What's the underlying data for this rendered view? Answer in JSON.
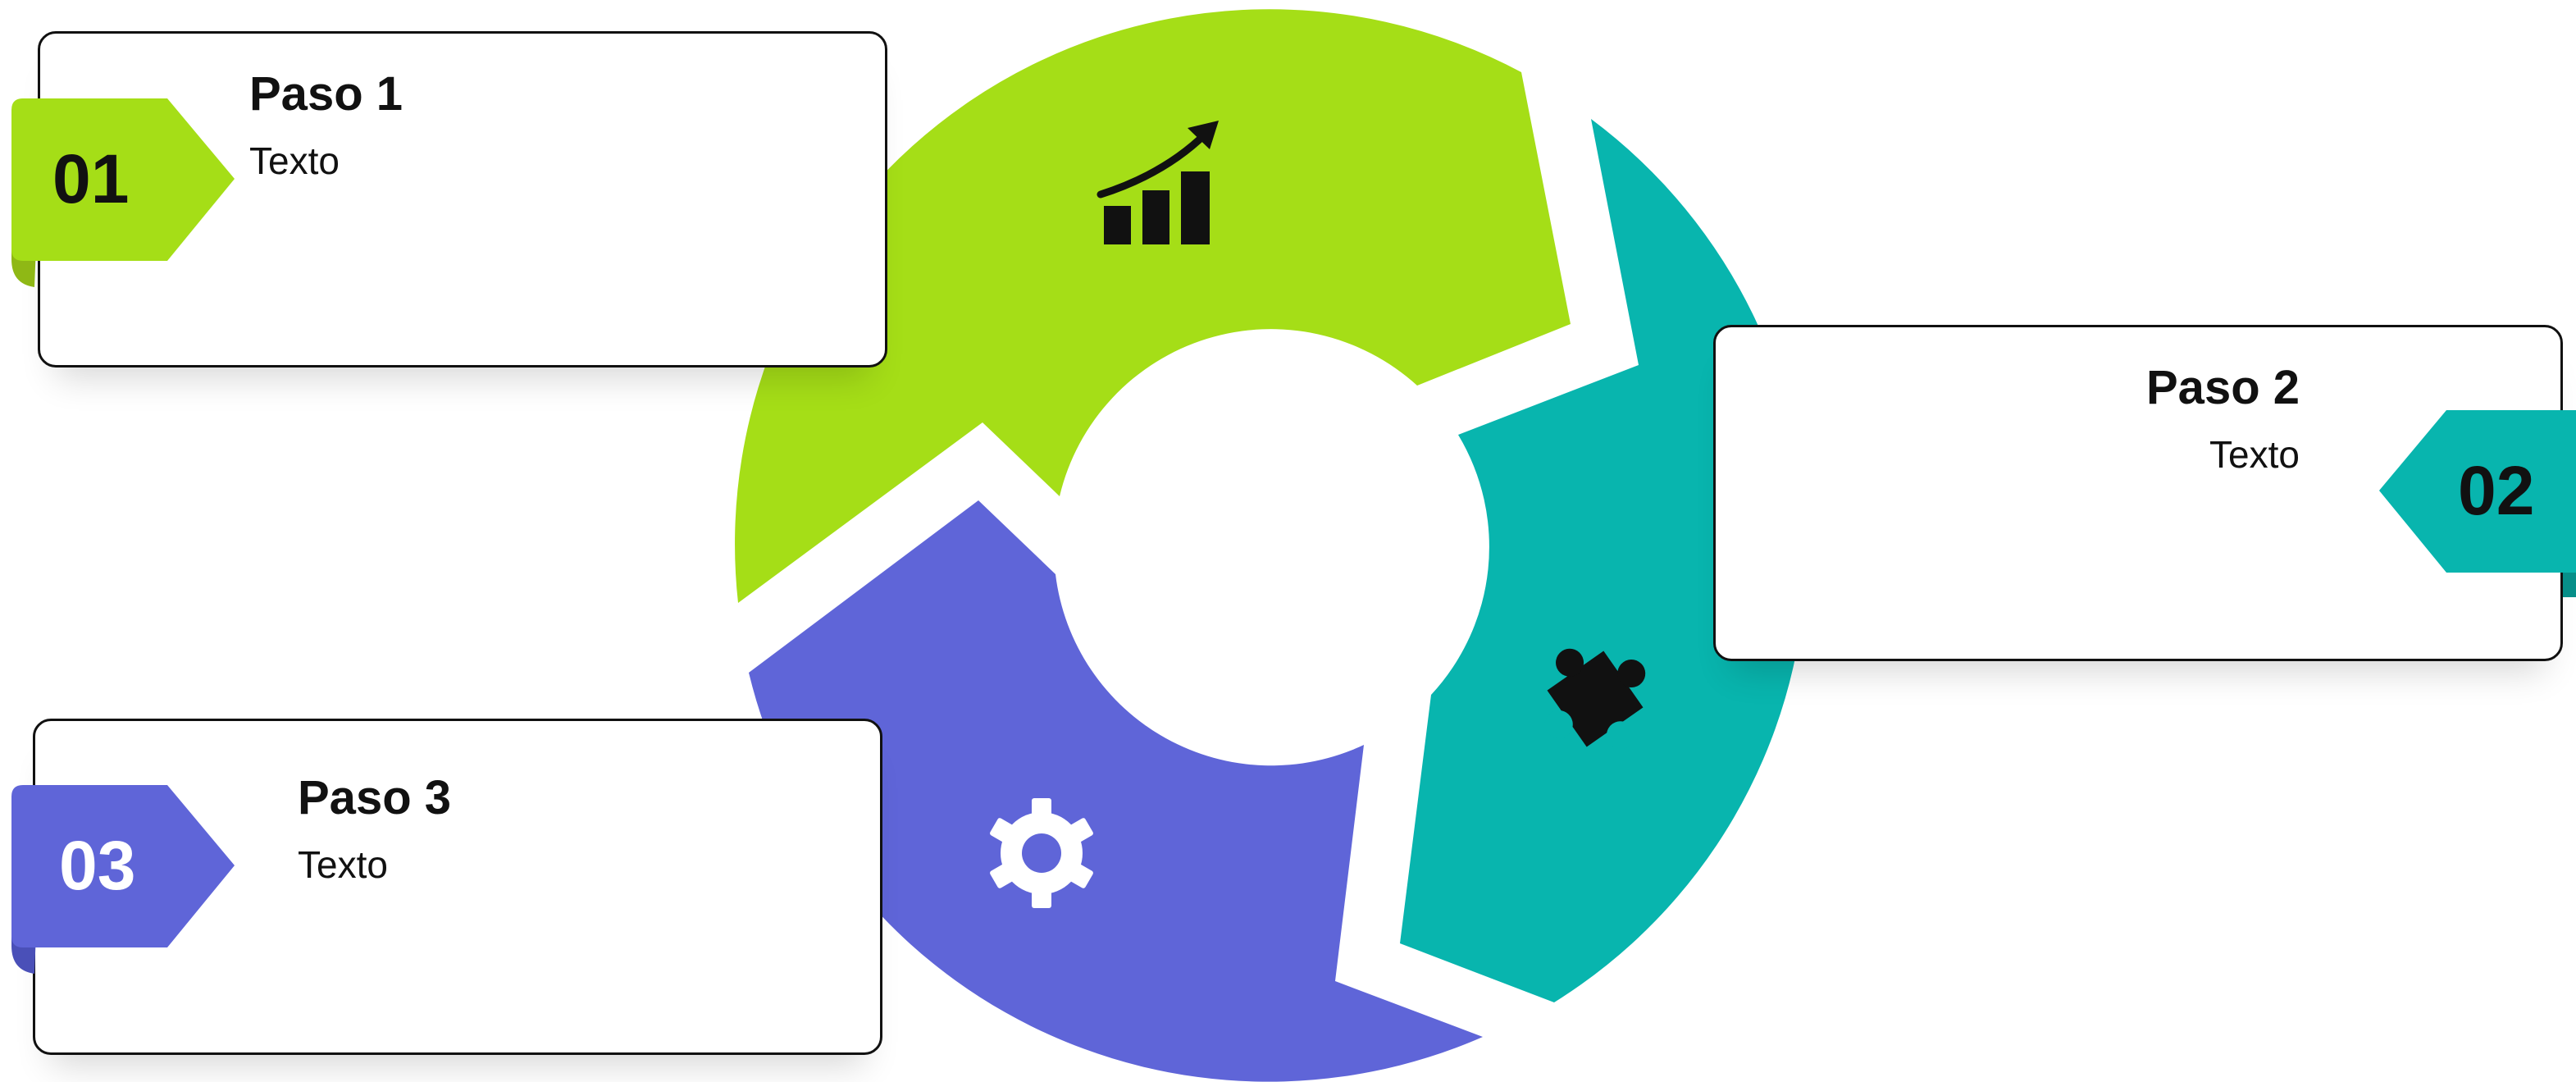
{
  "colors": {
    "green": "#a5de17",
    "teal": "#08b5ae",
    "purple": "#5f65d8",
    "card_border": "#111111",
    "text": "#111111"
  },
  "segments": [
    {
      "color_key": "green",
      "icon": "growth-chart-icon"
    },
    {
      "color_key": "teal",
      "icon": "puzzle-piece-icon"
    },
    {
      "color_key": "purple",
      "icon": "gear-icon"
    }
  ],
  "steps": [
    {
      "number": "01",
      "title": "Paso 1",
      "text": "Texto",
      "color_key": "green"
    },
    {
      "number": "02",
      "title": "Paso 2",
      "text": "Texto",
      "color_key": "teal"
    },
    {
      "number": "03",
      "title": "Paso 3",
      "text": "Texto",
      "color_key": "purple"
    }
  ]
}
